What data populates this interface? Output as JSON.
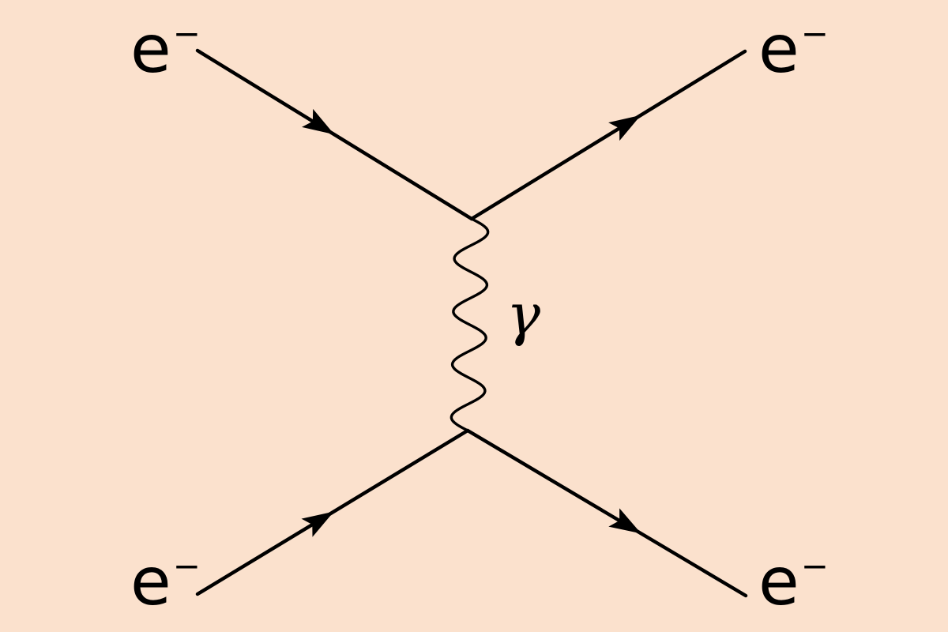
{
  "diagram": {
    "background_color": "#fbe1cd",
    "line_color": "#000000",
    "particles": {
      "incoming_top_left": {
        "base": "e",
        "sup": "−"
      },
      "incoming_bottom_left": {
        "base": "e",
        "sup": "−"
      },
      "outgoing_top_right": {
        "base": "e",
        "sup": "−"
      },
      "outgoing_bottom_right": {
        "base": "e",
        "sup": "−"
      },
      "exchange_boson": {
        "symbol": "γ"
      }
    }
  }
}
